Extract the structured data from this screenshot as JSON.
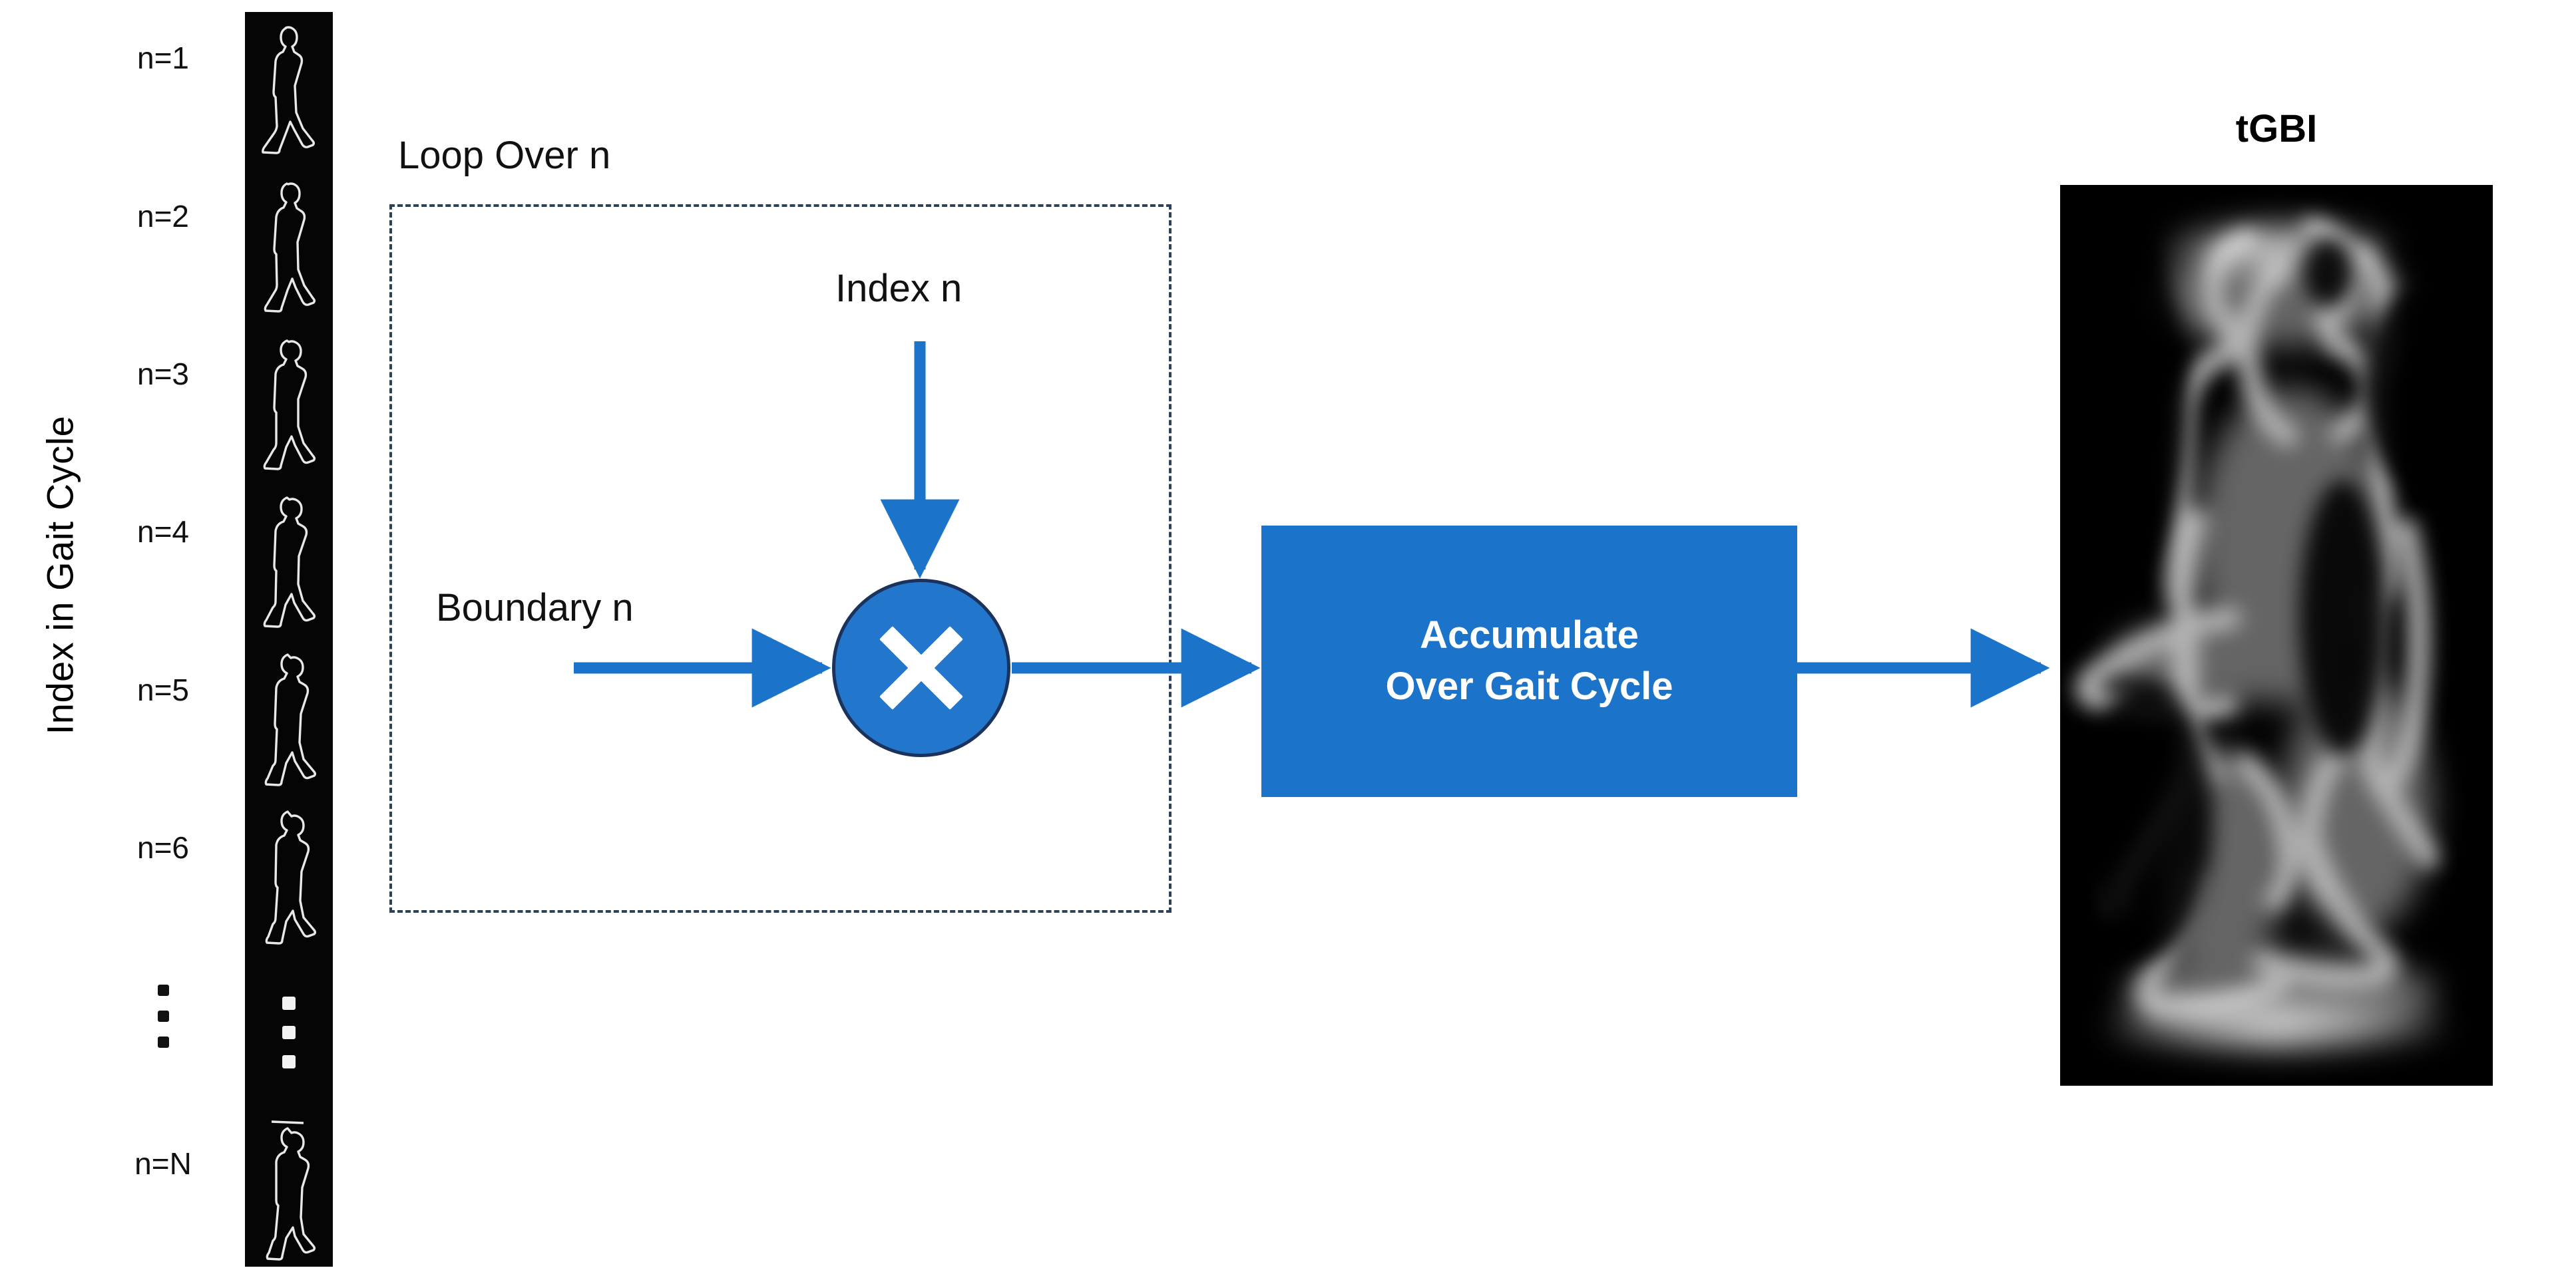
{
  "diagram": {
    "title_right": "tGBI",
    "axis_label": "Index in Gait Cycle",
    "loop_label": "Loop Over n",
    "index_label": "Index n",
    "boundary_label": "Boundary n",
    "accumulate_label": "Accumulate\nOver Gait Cycle",
    "operator_symbol": "×",
    "frame_labels": [
      "n=1",
      "n=2",
      "n=3",
      "n=4",
      "n=5",
      "n=6"
    ],
    "ellipsis_label": "⋮",
    "last_frame_label": "n=N",
    "colors": {
      "accent_blue": "#1B74C9",
      "node_blue": "#2277CC",
      "node_border": "#1B335C",
      "dashed_border": "#2E4257",
      "strip_background": "#050505",
      "silhouette_outline": "#E8E8E8",
      "text": "#111111",
      "label_on_block": "#FFFFFF",
      "page_background": "#FFFFFF"
    },
    "flow": {
      "arrow_boundary_to_multiply": "Boundary n → ×",
      "arrow_index_to_multiply": "Index n → ×",
      "arrow_multiply_to_accumulate": "× → Accumulate Over Gait Cycle",
      "arrow_accumulate_to_output": "Accumulate Over Gait Cycle → tGBI"
    }
  }
}
